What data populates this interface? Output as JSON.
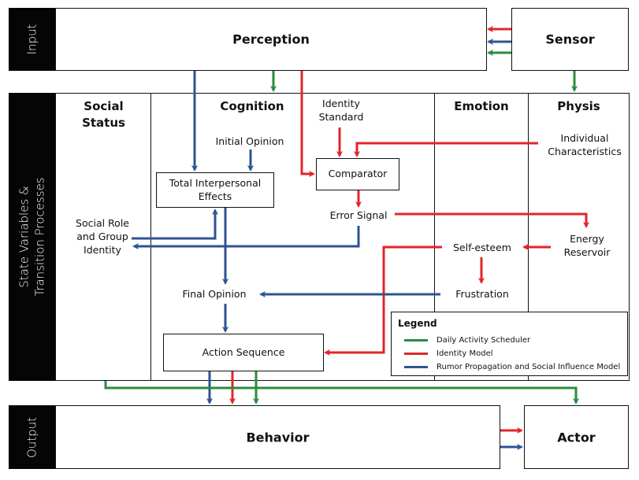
{
  "colors": {
    "green": "#2a8c3e",
    "red": "#e0262b",
    "blue": "#2e5393",
    "sidebar": "#050505"
  },
  "rows": {
    "input": "Input",
    "state": [
      "State Variables &",
      "Transition Processes"
    ],
    "output": "Output"
  },
  "boxes": {
    "perception": "Perception",
    "sensor": "Sensor",
    "behavior": "Behavior",
    "actor": "Actor"
  },
  "columns": {
    "social_status": [
      "Social",
      "Status"
    ],
    "cognition": "Cognition",
    "emotion": "Emotion",
    "physis": "Physis"
  },
  "nodes": {
    "identity_standard": [
      "Identity",
      "Standard"
    ],
    "initial_opinion": "Initial Opinion",
    "individual_characteristics": [
      "Individual",
      "Characteristics"
    ],
    "total_interpersonal_effects": [
      "Total Interpersonal",
      "Effects"
    ],
    "comparator": "Comparator",
    "error_signal": "Error Signal",
    "social_role": [
      "Social Role",
      "and Group",
      "Identity"
    ],
    "self_esteem": "Self-esteem",
    "energy_reservoir": [
      "Energy",
      "Reservoir"
    ],
    "final_opinion": "Final Opinion",
    "frustration": "Frustration",
    "action_sequence": "Action Sequence"
  },
  "legend": {
    "title": "Legend",
    "items": [
      {
        "label": "Daily Activity Scheduler",
        "color": "#2a8c3e"
      },
      {
        "label": "Identity Model",
        "color": "#e0262b"
      },
      {
        "label": "Rumor Propagation and Social Influence Model",
        "color": "#2e5393"
      }
    ]
  },
  "connections": [
    {
      "from": "sensor",
      "to": "perception",
      "model": "Identity Model"
    },
    {
      "from": "sensor",
      "to": "perception",
      "model": "Rumor Propagation and Social Influence Model"
    },
    {
      "from": "sensor",
      "to": "perception",
      "model": "Daily Activity Scheduler"
    },
    {
      "from": "sensor",
      "to": "physis",
      "model": "Daily Activity Scheduler"
    },
    {
      "from": "perception",
      "to": "cognition",
      "model": "Daily Activity Scheduler"
    },
    {
      "from": "perception",
      "to": "total_interpersonal_effects",
      "model": "Rumor Propagation and Social Influence Model"
    },
    {
      "from": "perception",
      "to": "comparator",
      "model": "Identity Model"
    },
    {
      "from": "initial_opinion",
      "to": "total_interpersonal_effects",
      "model": "Rumor Propagation and Social Influence Model"
    },
    {
      "from": "identity_standard",
      "to": "comparator",
      "model": "Identity Model"
    },
    {
      "from": "individual_characteristics",
      "to": "comparator",
      "model": "Identity Model"
    },
    {
      "from": "comparator",
      "to": "error_signal",
      "model": "Identity Model"
    },
    {
      "from": "error_signal",
      "to": "energy_reservoir",
      "model": "Identity Model"
    },
    {
      "from": "error_signal",
      "to": "social_role",
      "model": "Rumor Propagation and Social Influence Model"
    },
    {
      "from": "social_role",
      "to": "total_interpersonal_effects",
      "model": "Rumor Propagation and Social Influence Model"
    },
    {
      "from": "total_interpersonal_effects",
      "to": "final_opinion",
      "model": "Rumor Propagation and Social Influence Model"
    },
    {
      "from": "energy_reservoir",
      "to": "self_esteem",
      "model": "Identity Model"
    },
    {
      "from": "self_esteem",
      "to": "frustration",
      "model": "Identity Model"
    },
    {
      "from": "self_esteem",
      "to": "action_sequence",
      "model": "Identity Model"
    },
    {
      "from": "frustration",
      "to": "final_opinion",
      "model": "Rumor Propagation and Social Influence Model"
    },
    {
      "from": "final_opinion",
      "to": "action_sequence",
      "model": "Rumor Propagation and Social Influence Model"
    },
    {
      "from": "action_sequence",
      "to": "behavior",
      "model": "Rumor Propagation and Social Influence Model"
    },
    {
      "from": "action_sequence",
      "to": "behavior",
      "model": "Identity Model"
    },
    {
      "from": "action_sequence",
      "to": "behavior",
      "model": "Daily Activity Scheduler"
    },
    {
      "from": "state_variables",
      "to": "actor",
      "model": "Daily Activity Scheduler"
    },
    {
      "from": "behavior",
      "to": "actor",
      "model": "Identity Model"
    },
    {
      "from": "behavior",
      "to": "actor",
      "model": "Rumor Propagation and Social Influence Model"
    }
  ]
}
